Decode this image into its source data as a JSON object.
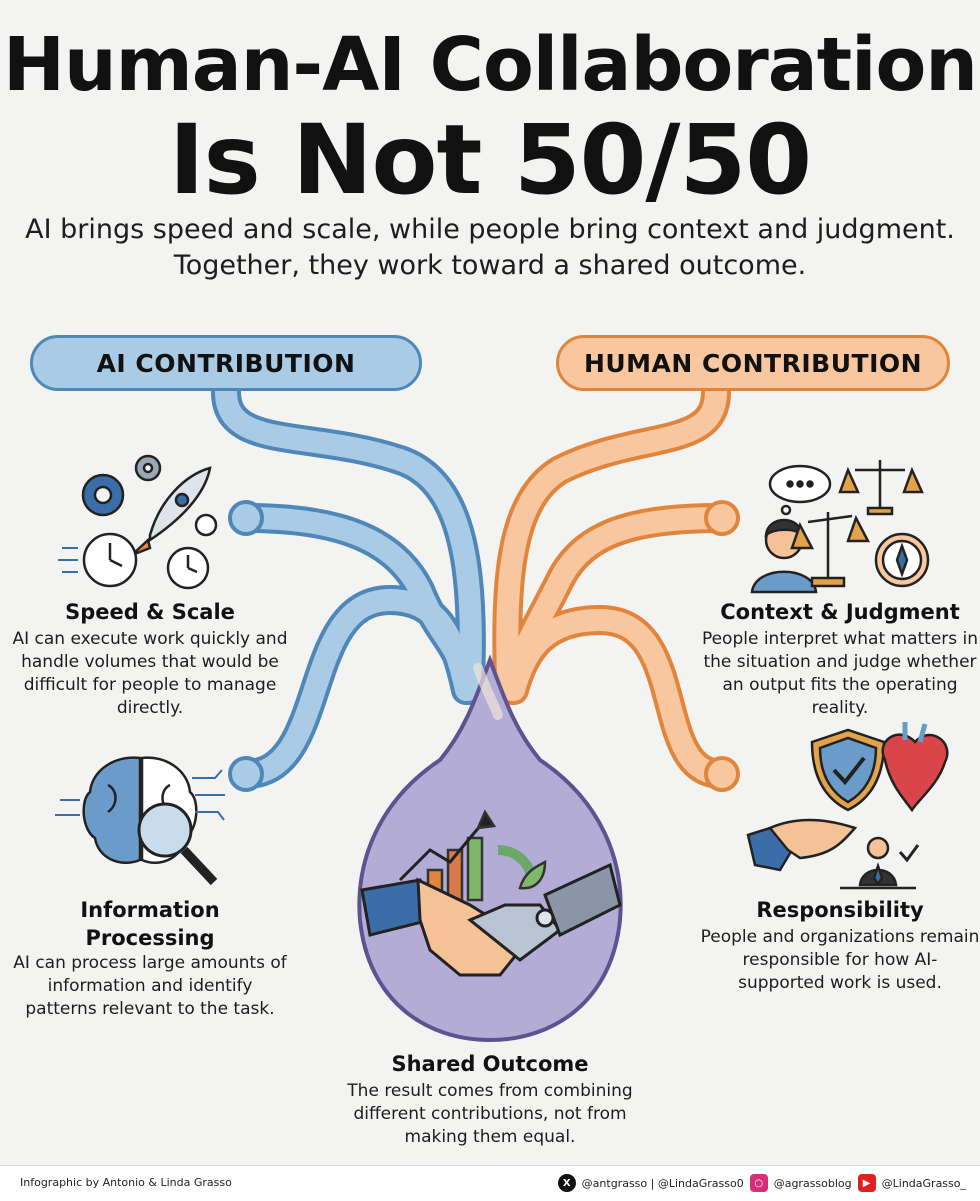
{
  "header": {
    "title_line1": "Human-AI Collaboration",
    "title_line2": "Is Not 50/50",
    "subtitle": "AI brings speed and scale, while people bring context and judgment. Together, they work toward a shared outcome."
  },
  "ai_contribution": {
    "label": "AI CONTRIBUTION",
    "items": [
      {
        "title": "Speed & Scale",
        "body": "AI can execute work quickly and handle volumes that would be difficult for people to manage directly."
      },
      {
        "title": "Information Processing",
        "body": "AI can process large amounts of information and identify patterns relevant to the task."
      }
    ]
  },
  "human_contribution": {
    "label": "HUMAN CONTRIBUTION",
    "items": [
      {
        "title": "Context & Judgment",
        "body": "People interpret what matters in the situation and judge whether an output fits the operating reality."
      },
      {
        "title": "Responsibility",
        "body": "People and organizations remain responsible for how AI-supported work is used."
      }
    ]
  },
  "outcome": {
    "title": "Shared Outcome",
    "body": "The result comes from combining different contributions, not from making them equal."
  },
  "footer": {
    "credit": "Infographic by Antonio & Linda Grasso",
    "x_handles": "@antgrasso | @LindaGrasso0",
    "instagram": "@agrassoblog",
    "youtube": "@LindaGrasso_"
  },
  "colors": {
    "ai_fill": "#a9cbe6",
    "ai_stroke": "#4f87b8",
    "human_fill": "#f9c79f",
    "human_stroke": "#e1853c",
    "outcome_fill": "#b3acd6",
    "outcome_stroke": "#6b5e9a"
  },
  "icons": [
    "gears-icon",
    "rocket-icon",
    "clock-icon",
    "brain-icon",
    "magnifier-icon",
    "thought-bubble-icon",
    "person-icon",
    "scales-icon",
    "compass-icon",
    "shield-check-icon",
    "heart-icon",
    "hand-icon",
    "businessman-icon",
    "growth-chart-icon",
    "handshake-icon",
    "robot-hand-icon"
  ]
}
